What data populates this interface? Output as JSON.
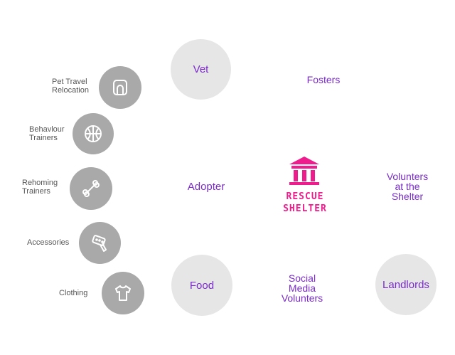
{
  "left_items": [
    {
      "label": "Pet Travel\nRelocation",
      "icon": "carrier-icon"
    },
    {
      "label": "Behavlour\nTrainers",
      "icon": "ball-icon"
    },
    {
      "label": "Rehoming\nTrainers",
      "icon": "bone-icon"
    },
    {
      "label": "Accessories",
      "icon": "brush-icon"
    },
    {
      "label": "Clothing",
      "icon": "shirt-icon"
    }
  ],
  "nodes": {
    "vet": "Vet",
    "fosters": "Fosters",
    "adopter": "Adopter",
    "volunteers_shelter": "Volunters\nat the\nShelter",
    "food": "Food",
    "social_media": "Social\nMedia\nVolunters",
    "landlords": "Landlords"
  },
  "center": {
    "title": "RESCUE\nSHELTER",
    "icon": "building-icon",
    "color": "#ee1c8c"
  },
  "colors": {
    "accent_text": "#7a2bc9",
    "left_circle": "#a9a9a9",
    "big_circle": "#e6e6e6"
  }
}
